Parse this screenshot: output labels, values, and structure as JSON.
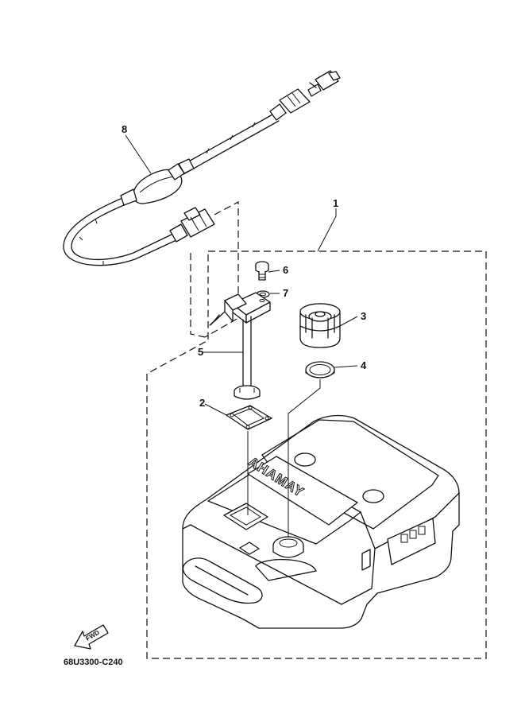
{
  "callouts": {
    "c1": "1",
    "c2": "2",
    "c3": "3",
    "c4": "4",
    "c5": "5",
    "c6": "6",
    "c7": "7",
    "c8": "8"
  },
  "brand_text": "YAMAHA",
  "fwd_label": "FWD",
  "drawing_code": "68U3300-C240"
}
